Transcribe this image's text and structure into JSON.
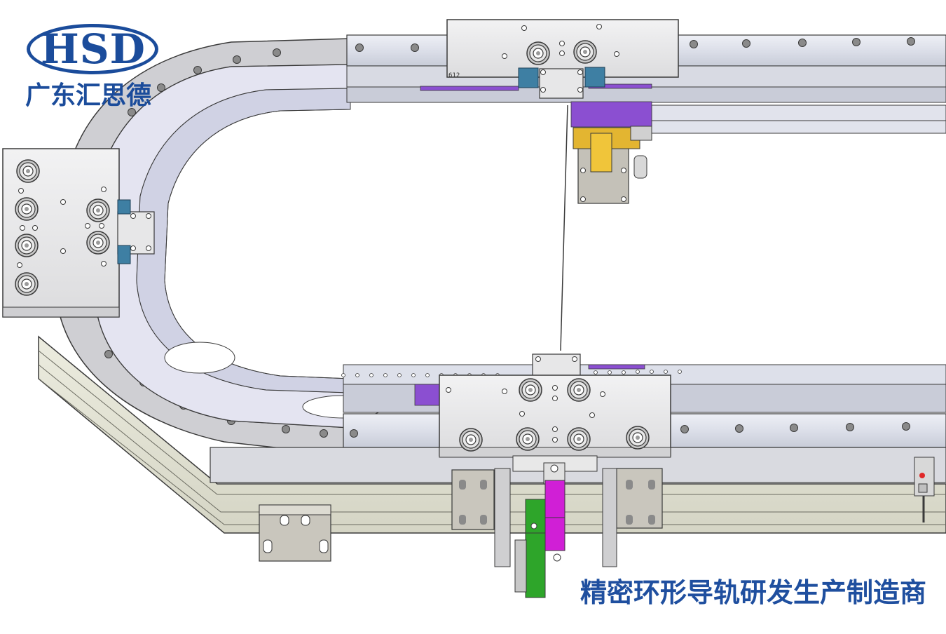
{
  "logo": {
    "letters": "HSD",
    "company_cn": "广东汇思德",
    "color": "#1b4c9b"
  },
  "slogan": {
    "text": "精密环形导轨研发生产制造商",
    "color": "#1f4f9f"
  },
  "drawing": {
    "part_label": "612",
    "colors": {
      "rail": "#dadde6",
      "track": "#e6e6f2",
      "base": "#e3e3d6",
      "carriage": "#e9e9ea",
      "block": "#3e7fa3",
      "purple": "#8b4fd1",
      "gold": "#e3b531",
      "magenta": "#d01fd6",
      "green": "#2ea52a",
      "outline": "#3a3a3a"
    }
  }
}
